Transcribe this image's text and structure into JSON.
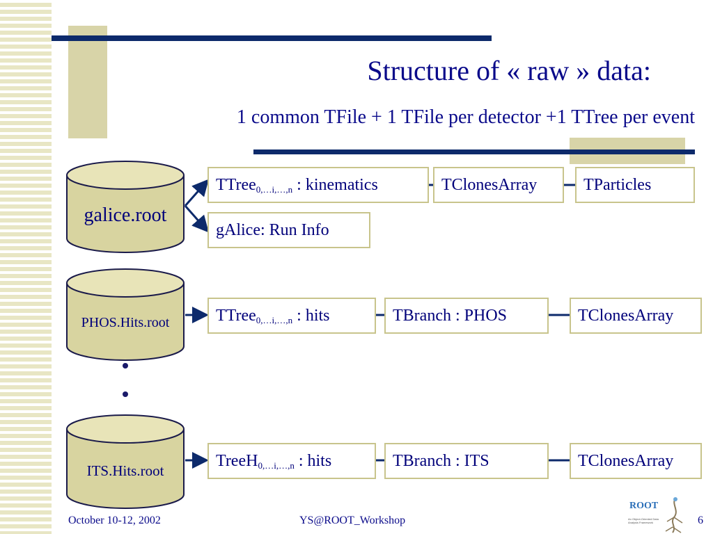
{
  "slide": {
    "title": "Structure of « raw » data:",
    "subtitle": "1 common TFile + 1 TFile per detector  +1 TTree per event",
    "page_number": "6"
  },
  "files": [
    {
      "label": "galice.root"
    },
    {
      "label": "PHOS.Hits.root"
    },
    {
      "label": "ITS.Hits.root"
    }
  ],
  "galice": {
    "ttree_main": "TTree",
    "ttree_sub": "0,…i,…,n",
    "ttree_suffix": " : kinematics",
    "clones": "TClonesArray",
    "particles": "TParticles",
    "galice_info": "gAlice: Run Info"
  },
  "phos": {
    "ttree_main": "TTree",
    "ttree_sub": "0,…i,…,n",
    "ttree_suffix": " : hits",
    "branch": "TBranch : PHOS",
    "clones": "TClonesArray"
  },
  "its": {
    "ttree_main": "TreeH",
    "ttree_sub": "0,…i,…,n",
    "ttree_suffix": " : hits",
    "branch": "TBranch : ITS",
    "clones": "TClonesArray"
  },
  "footer": {
    "date": "October 10-12, 2002",
    "event": "YS@ROOT_Workshop"
  },
  "logo": {
    "text": "ROOT",
    "tagline": "An Object-Oriented Data Analysis Framework"
  },
  "colors": {
    "navy": "#0a0a8a",
    "bar": "#0d2a6b",
    "olive": "#c8c48c",
    "cylinder": "#d8d4a0"
  }
}
